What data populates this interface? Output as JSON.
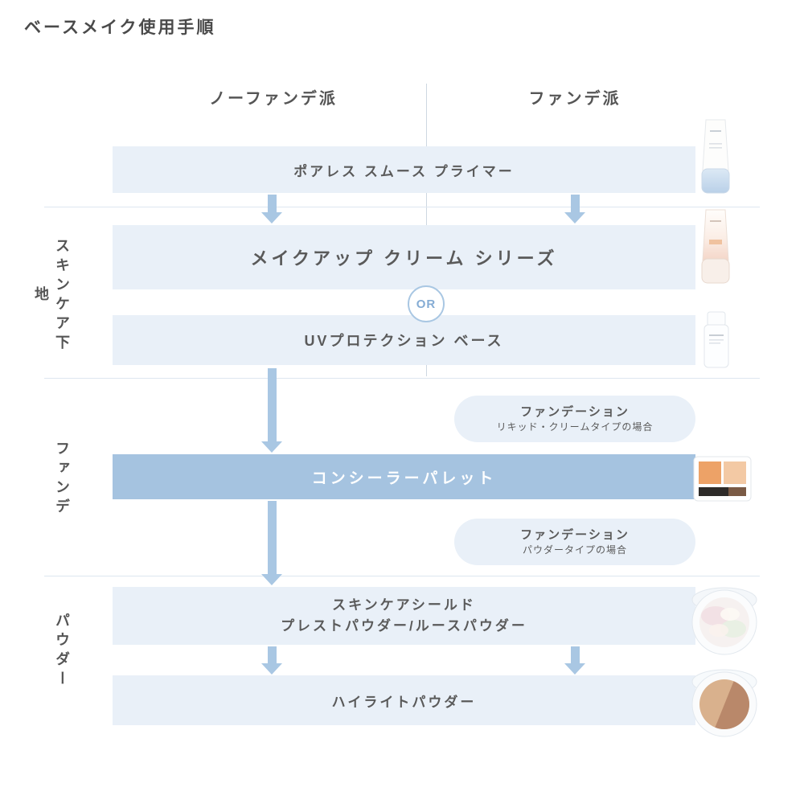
{
  "page": {
    "title": "ベースメイク使用手順"
  },
  "columns": {
    "left": "ノーファンデ派",
    "right": "ファンデ派"
  },
  "side_labels": {
    "skincare_base": "スキンケア下地",
    "foundation": "ファンデ",
    "powder": "パウダー"
  },
  "steps": {
    "primer": {
      "label": "ポアレス スムース プライマー"
    },
    "makeup_cream": {
      "label": "メイクアップ クリーム シリーズ"
    },
    "or_label": "OR",
    "uv_base": {
      "label": "UVプロテクション ベース"
    },
    "foundation_liquid": {
      "title": "ファンデーション",
      "subtitle": "リキッド・クリームタイプの場合"
    },
    "concealer": {
      "label": "コンシーラーパレット"
    },
    "foundation_powder": {
      "title": "ファンデーション",
      "subtitle": "パウダータイプの場合"
    },
    "skincare_shield": {
      "line1": "スキンケアシールド",
      "line2": "プレストパウダー/ルースパウダー"
    },
    "highlight": {
      "label": "ハイライトパウダー"
    }
  },
  "products": [
    {
      "name": "primer-tube"
    },
    {
      "name": "makeup-cream-tube"
    },
    {
      "name": "uv-base-bottle"
    },
    {
      "name": "concealer-palette"
    },
    {
      "name": "skincare-shield-compact"
    },
    {
      "name": "highlight-powder-compact"
    }
  ],
  "colors": {
    "band_light_blue": "#e9f0f8",
    "band_dark_blue": "#a5c3e0",
    "arrow_blue": "#a9c7e3",
    "text_gray": "#555555",
    "or_text_blue": "#85acd4"
  }
}
